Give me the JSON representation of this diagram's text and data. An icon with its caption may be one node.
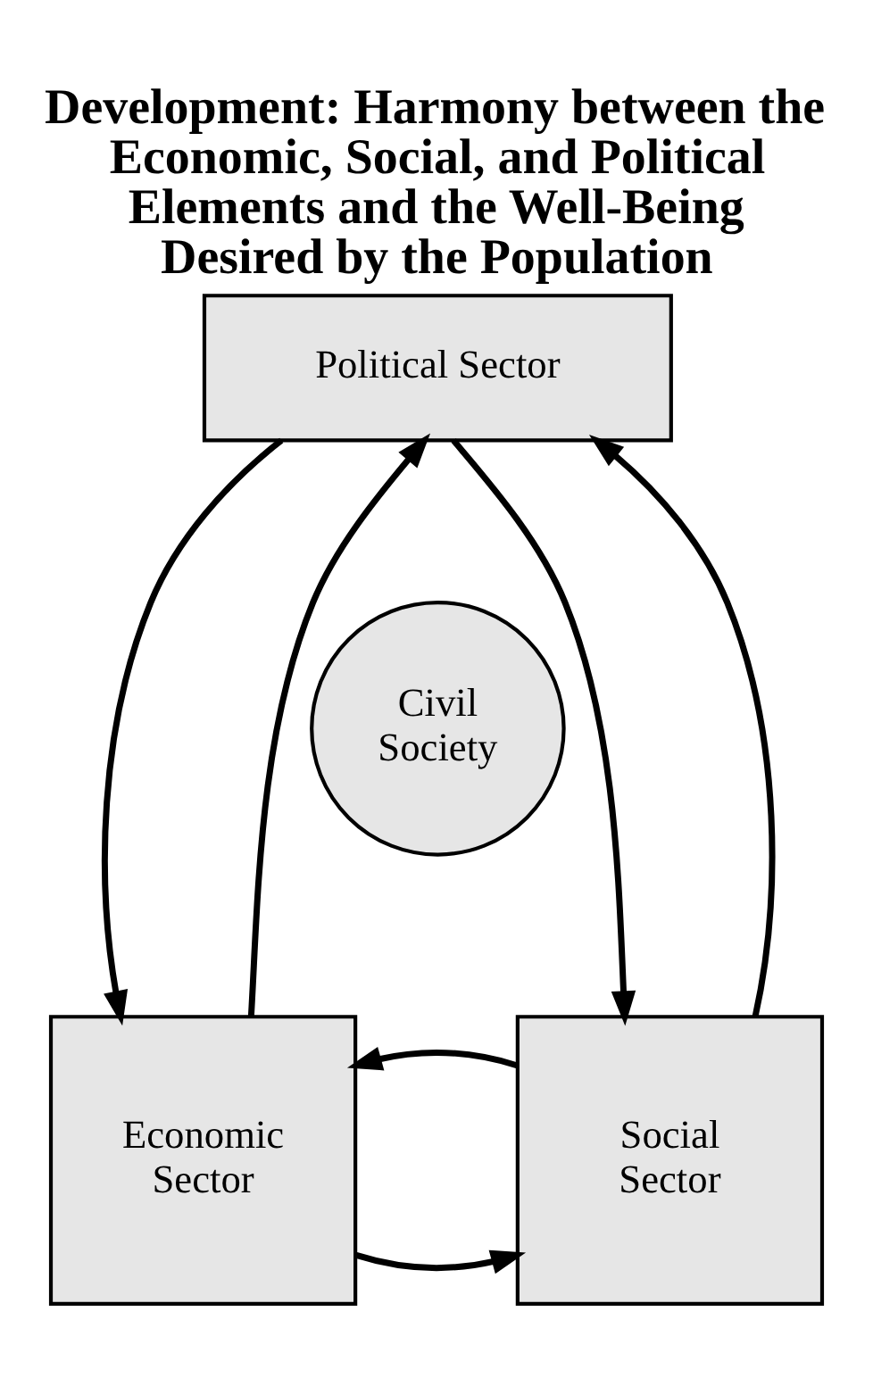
{
  "diagram": {
    "title": "Development: Harmony between the Economic, Social, and Political Elements and the Well-Being Desired by the Population",
    "nodes": [
      {
        "text": [
          "Political Sector"
        ]
      },
      {
        "text": [
          "Civil Society"
        ]
      },
      {
        "text": [
          "Economic Sector"
        ]
      },
      {
        "text": [
          "Social Sector"
        ]
      }
    ],
    "edges": [
      {
        "from": 0,
        "to": 2,
        "arrow": "to"
      },
      {
        "from": 2,
        "to": 0,
        "arrow": "to"
      },
      {
        "from": 0,
        "to": 3,
        "arrow": "to"
      },
      {
        "from": 3,
        "to": 0,
        "arrow": "to"
      },
      {
        "from": 2,
        "to": 3,
        "arrow": "to"
      },
      {
        "from": 3,
        "to": 2,
        "arrow": "to"
      }
    ]
  }
}
